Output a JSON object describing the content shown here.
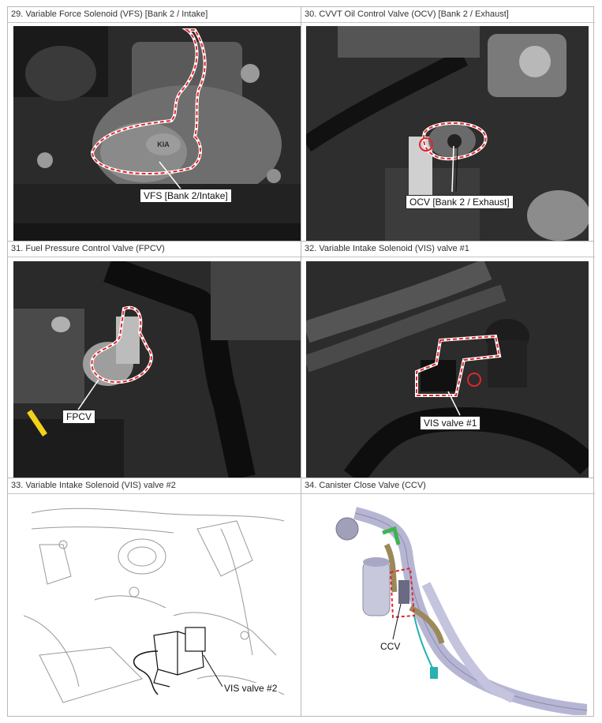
{
  "panels": [
    {
      "title": "29. Variable Force Solenoid (VFS) [Bank 2 / Intake]",
      "callout": "VFS [Bank 2/Intake]",
      "logo": "KIA",
      "view": "photo"
    },
    {
      "title": "30. CVVT Oil Control Valve (OCV) [Bank 2 / Exhaust]",
      "callout": "OCV [Bank 2 / Exhaust]",
      "view": "photo"
    },
    {
      "title": "31. Fuel Pressure Control Valve (FPCV)",
      "callout": "FPCV",
      "view": "photo"
    },
    {
      "title": "32. Variable Intake Solenoid (VIS) valve #1",
      "callout": "VIS valve #1",
      "view": "photo"
    },
    {
      "title": "33. Variable Intake Solenoid (VIS) valve #2",
      "callout": "VIS valve #2",
      "view": "line-drawing"
    },
    {
      "title": "34. Canister Close Valve (CCV)",
      "callout": "CCV",
      "view": "3d-rendering"
    }
  ],
  "colors": {
    "highlight_outline": "#e0262e",
    "border": "#b8b8b8",
    "header_text": "#333333"
  }
}
